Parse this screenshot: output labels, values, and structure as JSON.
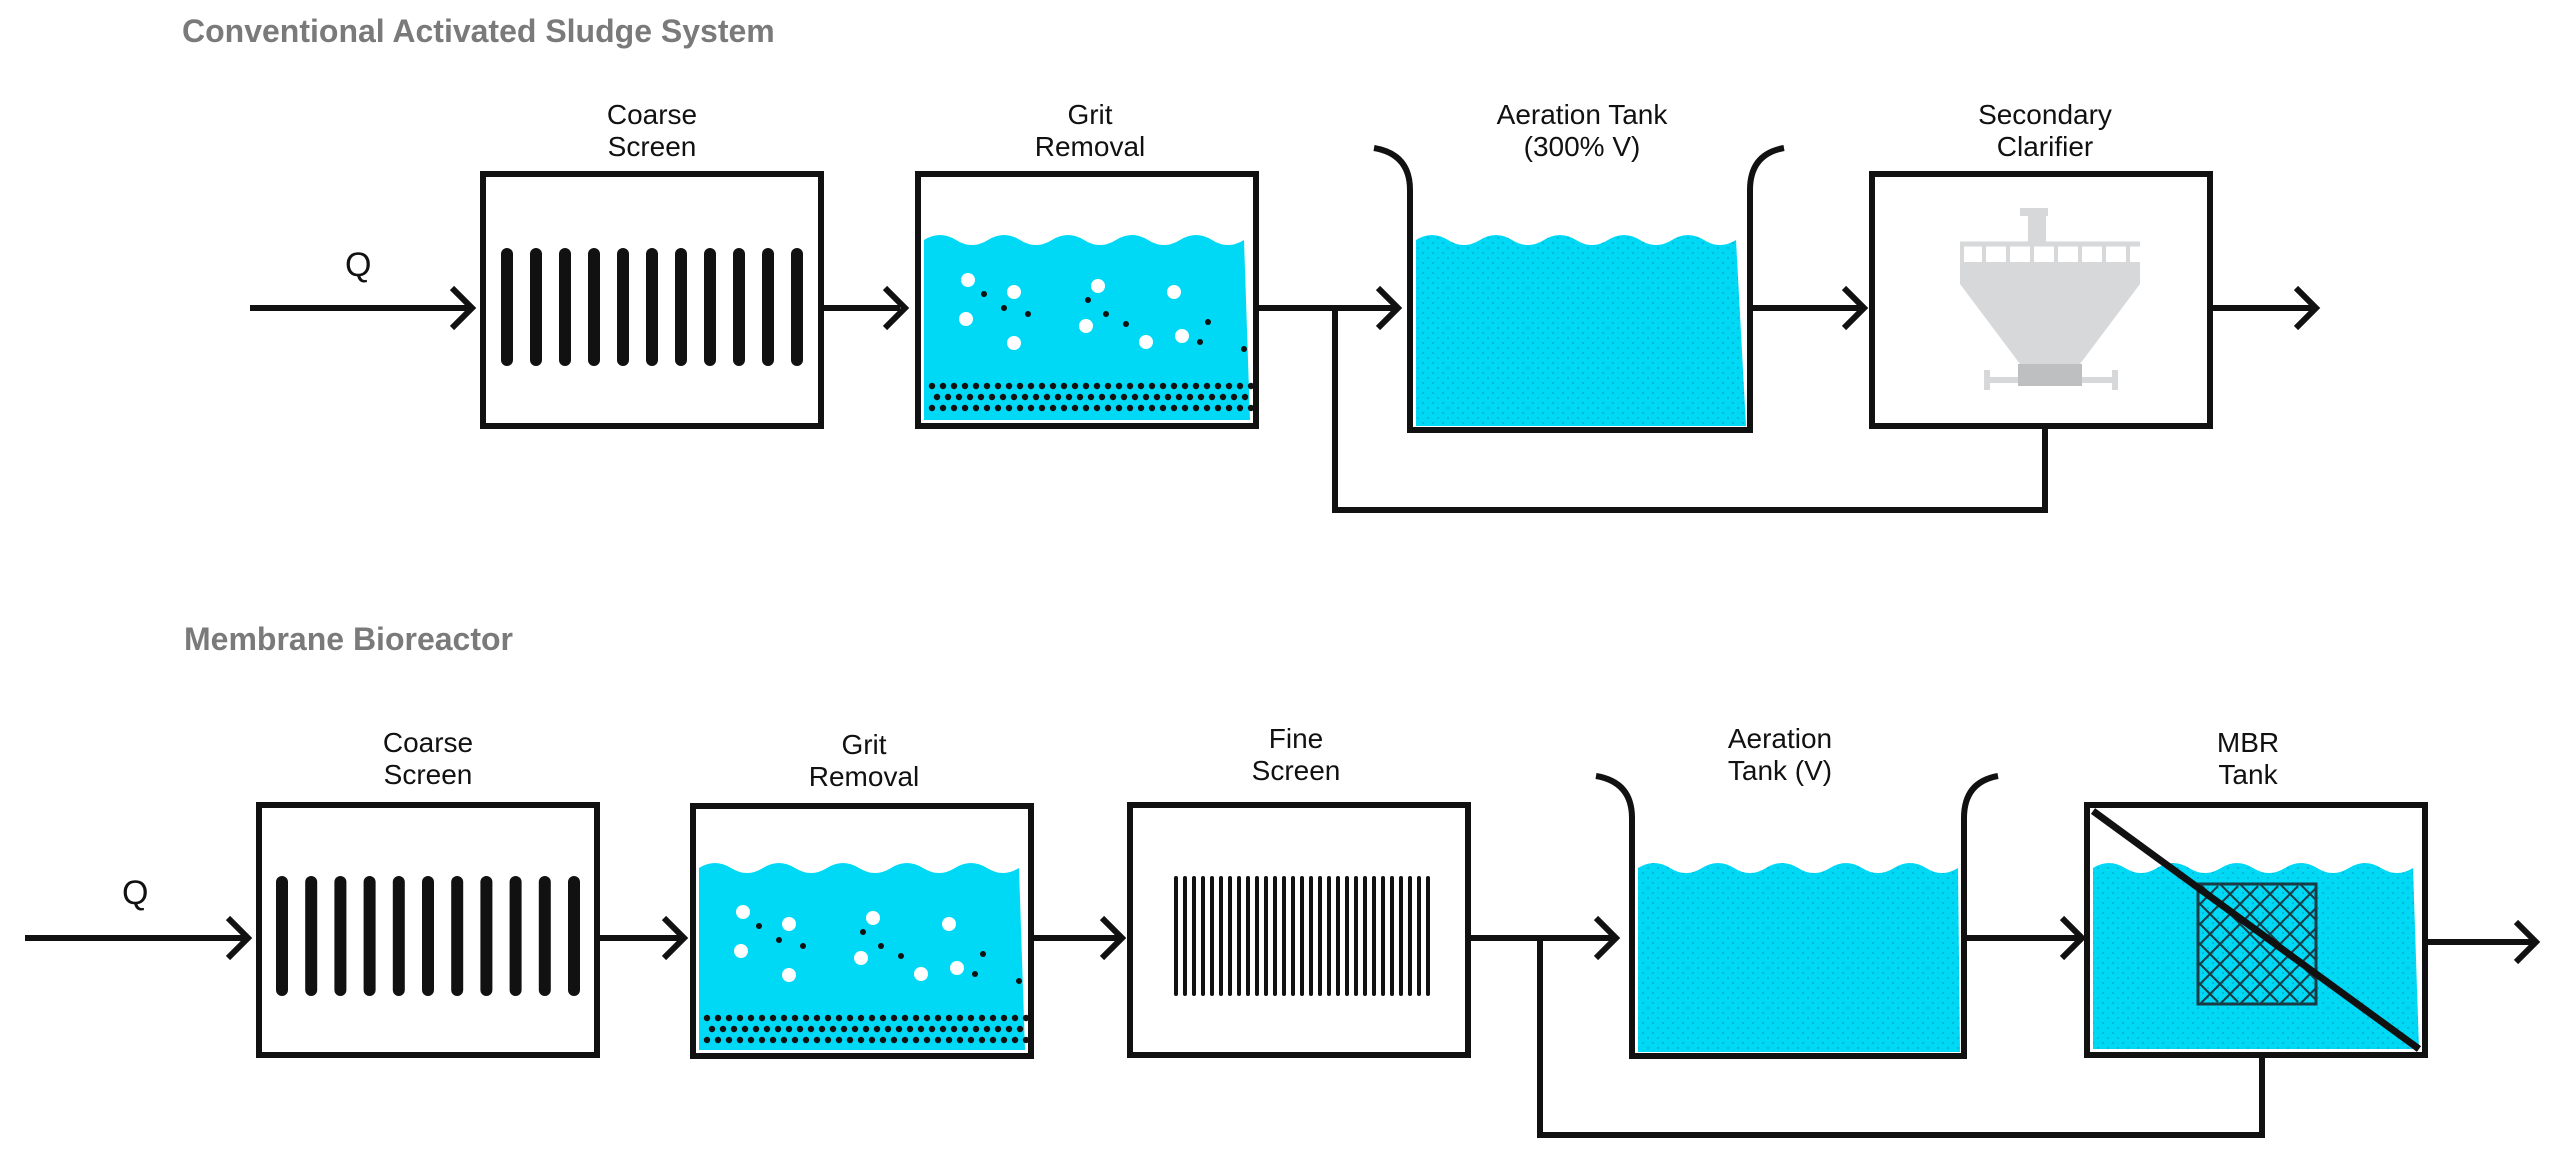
{
  "colors": {
    "water": "#00d9f5",
    "water_texture": "#009bb8",
    "stroke": "#111111",
    "title": "#7a7a7a",
    "clarifier": "#d6d8da"
  },
  "sections": [
    {
      "title": "Conventional Activated Sludge System",
      "inflow": "Q",
      "units": [
        {
          "label": [
            "Coarse",
            "Screen"
          ],
          "kind": "coarse-screen"
        },
        {
          "label": [
            "Grit",
            "Removal"
          ],
          "kind": "grit-removal"
        },
        {
          "label": [
            "Aeration Tank",
            "(300% V)"
          ],
          "kind": "aeration-tank"
        },
        {
          "label": [
            "Secondary",
            "Clarifier"
          ],
          "kind": "secondary-clarifier"
        }
      ]
    },
    {
      "title": "Membrane Bioreactor",
      "inflow": "Q",
      "units": [
        {
          "label": [
            "Coarse",
            "Screen"
          ],
          "kind": "coarse-screen"
        },
        {
          "label": [
            "Grit",
            "Removal"
          ],
          "kind": "grit-removal"
        },
        {
          "label": [
            "Fine",
            "Screen"
          ],
          "kind": "fine-screen"
        },
        {
          "label": [
            "Aeration",
            "Tank (V)"
          ],
          "kind": "aeration-tank"
        },
        {
          "label": [
            "MBR",
            "Tank"
          ],
          "kind": "mbr-tank"
        }
      ]
    }
  ]
}
